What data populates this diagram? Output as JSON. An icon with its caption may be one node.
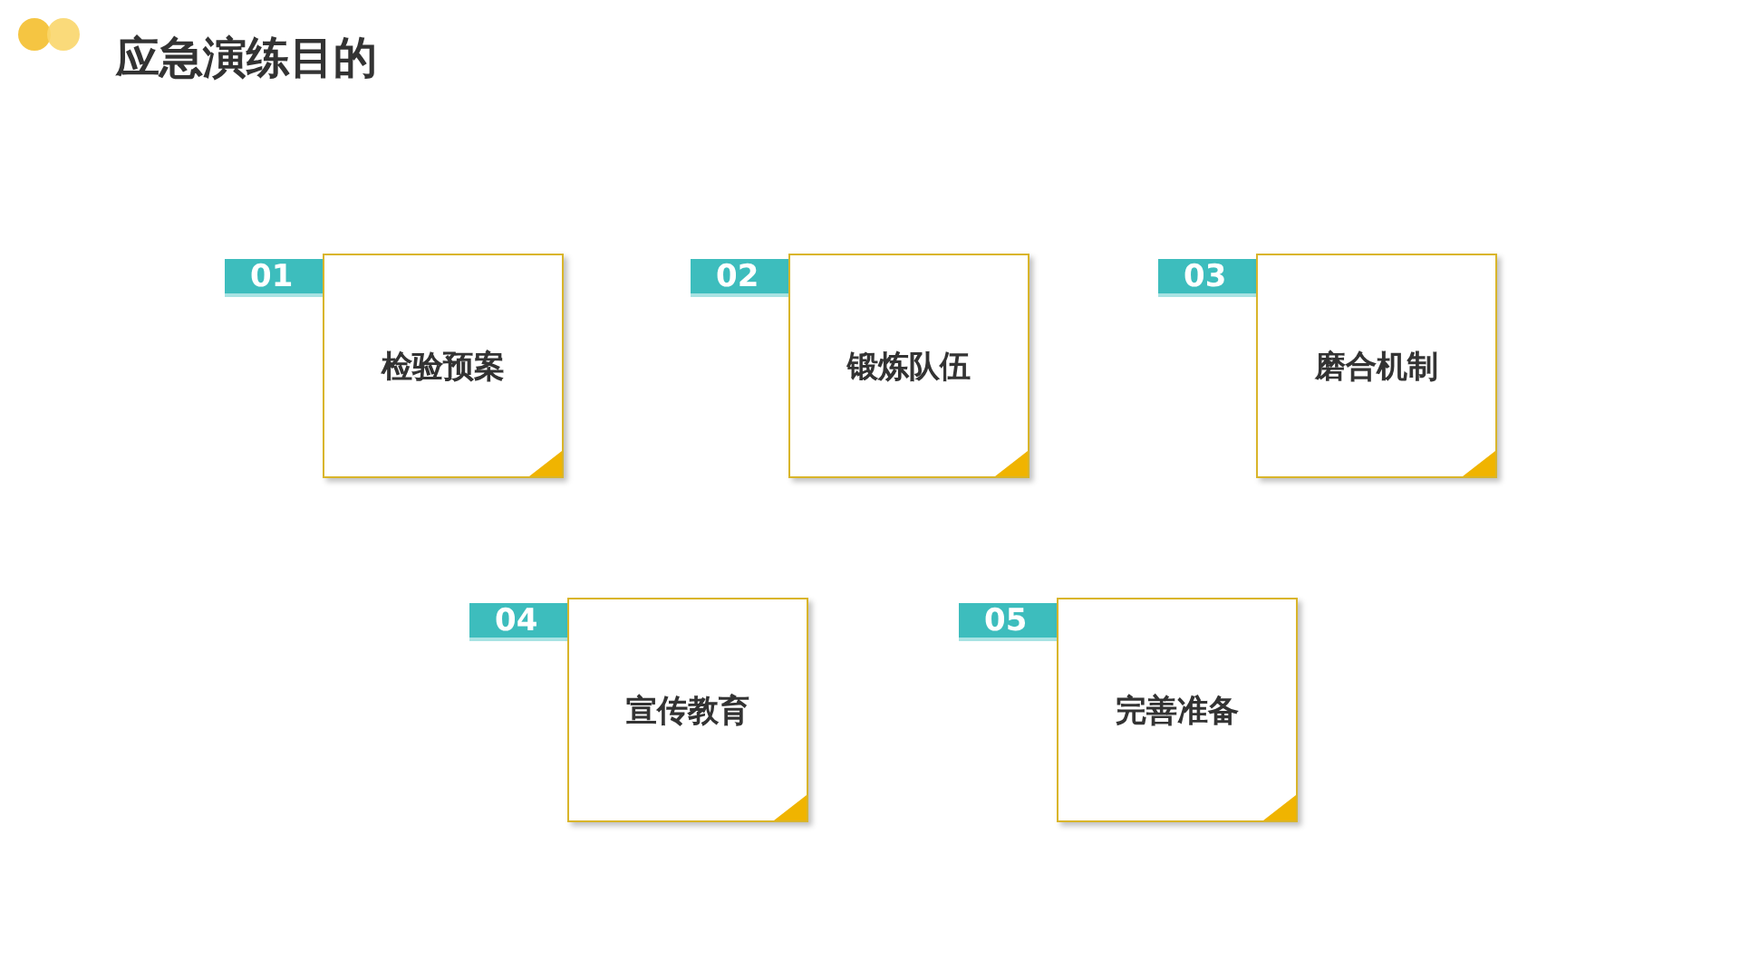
{
  "diagram": {
    "title": "应急演练目的",
    "nodes": [
      {
        "text": [
          "01"
        ]
      },
      {
        "text": [
          "检验预案"
        ]
      },
      {
        "text": [
          "02"
        ]
      },
      {
        "text": [
          "锻炼队伍"
        ]
      },
      {
        "text": [
          "03"
        ]
      },
      {
        "text": [
          "磨合机制"
        ]
      },
      {
        "text": [
          "04"
        ]
      },
      {
        "text": [
          "宣传教育"
        ]
      },
      {
        "text": [
          "05"
        ]
      },
      {
        "text": [
          "完善准备"
        ]
      }
    ]
  }
}
